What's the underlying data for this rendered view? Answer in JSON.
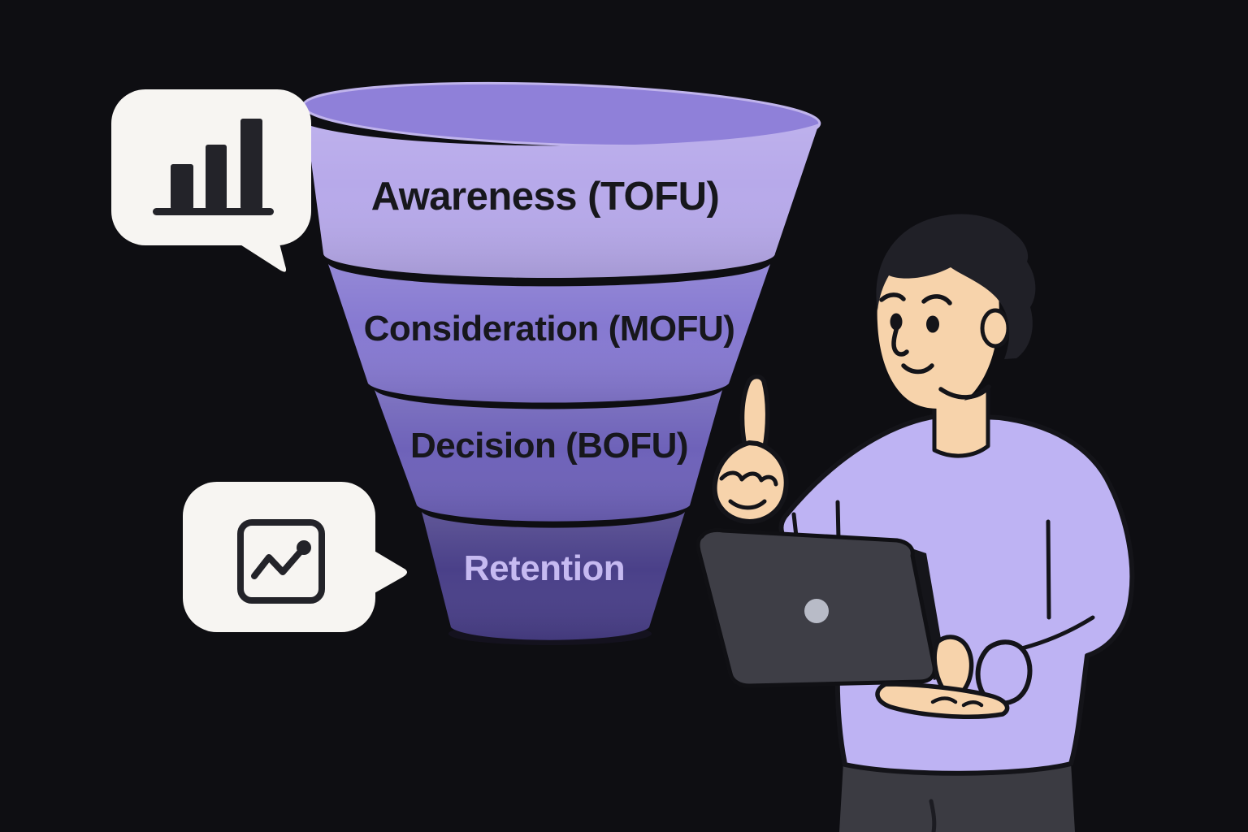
{
  "funnel": {
    "stages": [
      {
        "label": "Awareness (TOFU)",
        "fill": "#b7a9ea",
        "text_color": "#17171c"
      },
      {
        "label": "Consideration (MOFU)",
        "fill": "#8679d1",
        "text_color": "#17171c"
      },
      {
        "label": "Decision (BOFU)",
        "fill": "#6e62b9",
        "text_color": "#17171c"
      },
      {
        "label": "Retention",
        "fill": "#4a4089",
        "text_color": "#c6baf1"
      }
    ],
    "rim_inner_color": "#8f80d9",
    "rim_edge_color": "#c0b4ec"
  },
  "callouts": [
    {
      "icon": "bar-chart-icon"
    },
    {
      "icon": "trend-up-icon"
    }
  ],
  "palette": {
    "background": "#0e0e12",
    "bubble": "#f7f5f2",
    "icon_dark": "#232329",
    "outline": "#141419",
    "sweater": "#beb3f3",
    "skin": "#f7d3ab",
    "hair": "#202027",
    "laptop": "#3e3e46",
    "laptop_edge": "#15151a",
    "laptop_logo": "#b8bbc7",
    "pants": "#3b3b42"
  }
}
